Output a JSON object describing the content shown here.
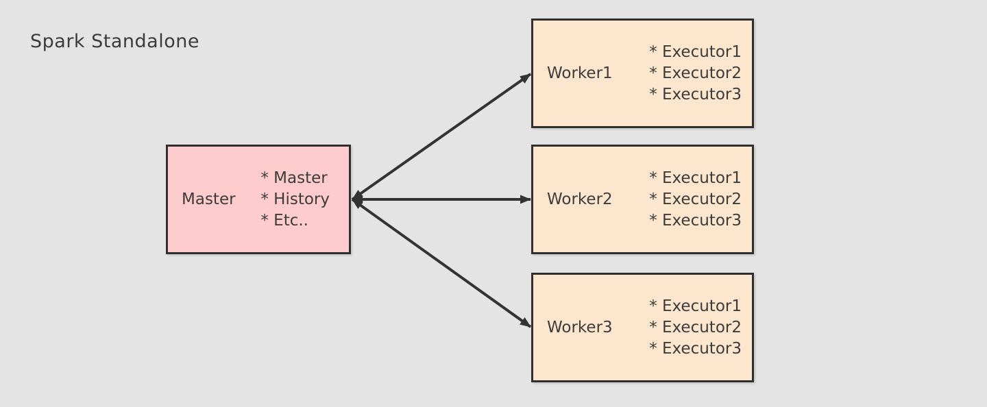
{
  "title": "Spark Standalone",
  "colors": {
    "background": "#e5e4e4",
    "master_fill": "#fecccc",
    "worker_fill": "#fce6cd",
    "node_border": "#2f2f2f",
    "arrow": "#333333",
    "text": "#3c3c3c"
  },
  "master": {
    "label": "Master",
    "items": [
      "* Master",
      "* History",
      "* Etc.."
    ]
  },
  "workers": [
    {
      "label": "Worker1",
      "items": [
        "* Executor1",
        "* Executor2",
        "* Executor3"
      ]
    },
    {
      "label": "Worker2",
      "items": [
        "* Executor1",
        "* Executor2",
        "* Executor3"
      ]
    },
    {
      "label": "Worker3",
      "items": [
        "* Executor1",
        "* Executor2",
        "* Executor3"
      ]
    }
  ],
  "connections": [
    {
      "from": "Master",
      "to": "Worker1",
      "style": "double-arrow"
    },
    {
      "from": "Master",
      "to": "Worker2",
      "style": "double-arrow"
    },
    {
      "from": "Master",
      "to": "Worker3",
      "style": "double-arrow"
    }
  ]
}
